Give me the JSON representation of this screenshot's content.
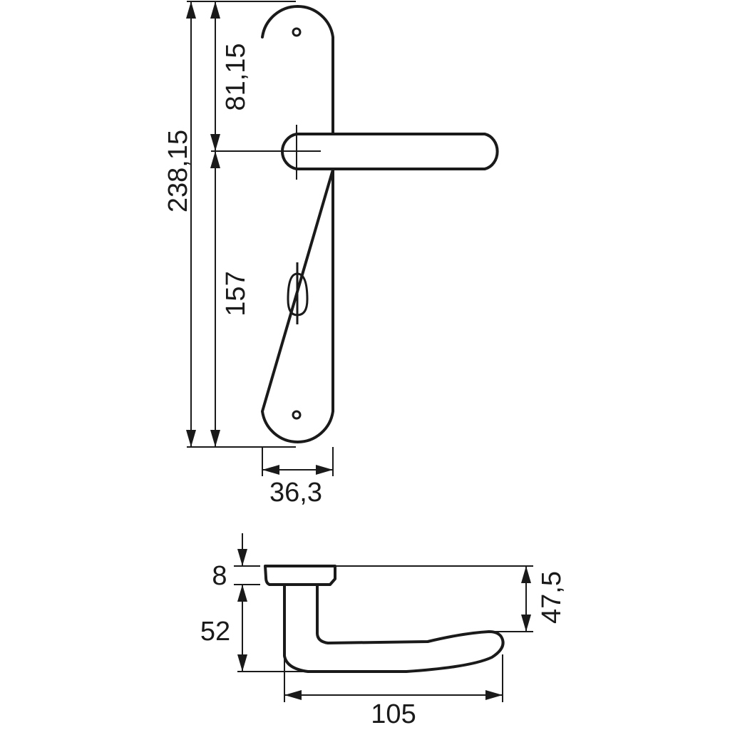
{
  "front_view": {
    "dim_total_height": "238,15",
    "dim_top_to_spindle": "81,15",
    "dim_spindle_to_bottom": "157",
    "dim_plate_width": "36,3"
  },
  "side_view": {
    "dim_rose_thickness": "8",
    "dim_lever_height": "52",
    "dim_lever_offset": "47,5",
    "dim_lever_length": "105"
  },
  "colors": {
    "line": "#1a1a1a",
    "background": "#ffffff"
  }
}
